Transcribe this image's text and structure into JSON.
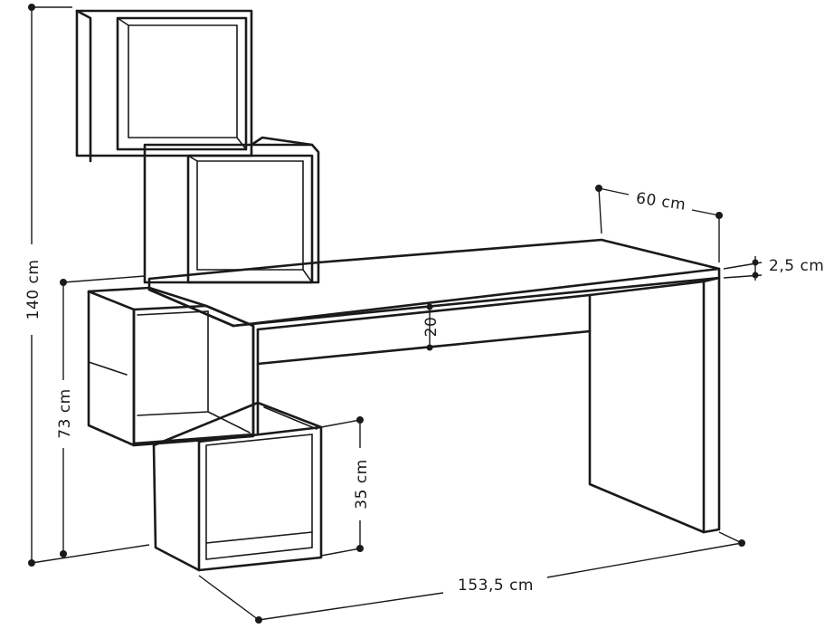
{
  "dimensions": {
    "height_total": "140 cm",
    "desk_height": "73 cm",
    "bottom_shelf_height": "35 cm",
    "total_width": "153,5 cm",
    "desk_depth": "60 cm",
    "top_thickness": "2,5 cm",
    "modesty_panel": "20"
  },
  "colors": {
    "line": "#1a1a1a",
    "background": "#ffffff"
  }
}
